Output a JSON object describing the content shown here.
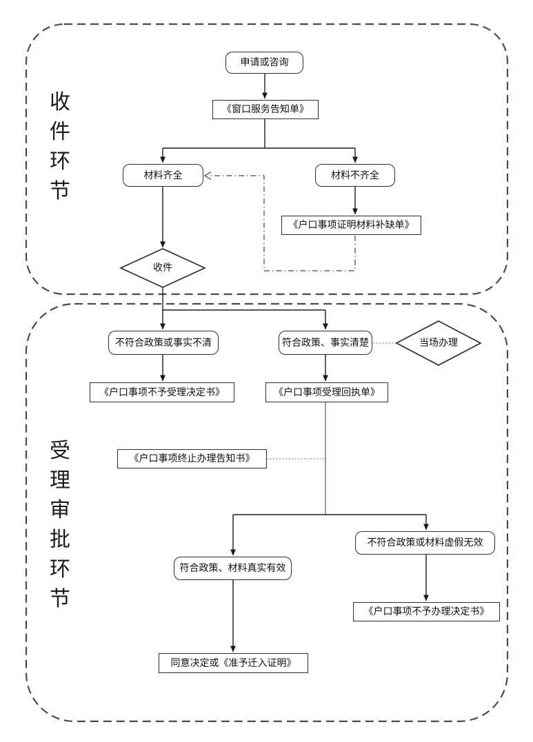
{
  "page": {
    "background": "#ffffff"
  },
  "colors": {
    "solid_line": "#1a1a1a",
    "box_border": "#2e2e2e",
    "section_border": "#4a4a4a",
    "dash_dot_line": "#444444",
    "dotted_line": "#8a8a8a",
    "text": "#111111"
  },
  "sections": {
    "receiving": {
      "label": "收件环节",
      "label_chars": [
        "收",
        "件",
        "环",
        "节"
      ]
    },
    "review": {
      "label": "受理审批环节",
      "label_chars": [
        "受",
        "理",
        "审",
        "批",
        "环",
        "节"
      ]
    }
  },
  "nodes": {
    "apply": {
      "label": "申请或咨询",
      "type": "rounded"
    },
    "notice": {
      "label": "《窗口服务告知单》",
      "type": "rect"
    },
    "complete": {
      "label": "材料齐全",
      "type": "rounded"
    },
    "incomplete": {
      "label": "材料不齐全",
      "type": "rounded"
    },
    "missing": {
      "label": "《户口事项证明材料补缺单》",
      "type": "rect"
    },
    "receive": {
      "label": "收件",
      "type": "diamond"
    },
    "reject": {
      "label": "不符合政策或事实不清",
      "type": "rounded"
    },
    "accept": {
      "label": "符合政策、事实清楚",
      "type": "rounded"
    },
    "onsite": {
      "label": "当场办理",
      "type": "diamond"
    },
    "reject_doc": {
      "label": "《户口事项不予受理决定书》",
      "type": "rect"
    },
    "accept_doc": {
      "label": "《户口事项受理回执单》",
      "type": "rect"
    },
    "stop_doc": {
      "label": "《户口事项终止办理告知书》",
      "type": "rect"
    },
    "valid": {
      "label": "符合政策、材料真实有效",
      "type": "rounded"
    },
    "invalid": {
      "label": "不符合政策或材料虚假无效",
      "type": "rounded"
    },
    "deny_doc": {
      "label": "《户口事项不予办理决定书》",
      "type": "rect"
    },
    "final_doc": {
      "label": "同意决定或《准予迁入证明》",
      "type": "rect"
    }
  }
}
